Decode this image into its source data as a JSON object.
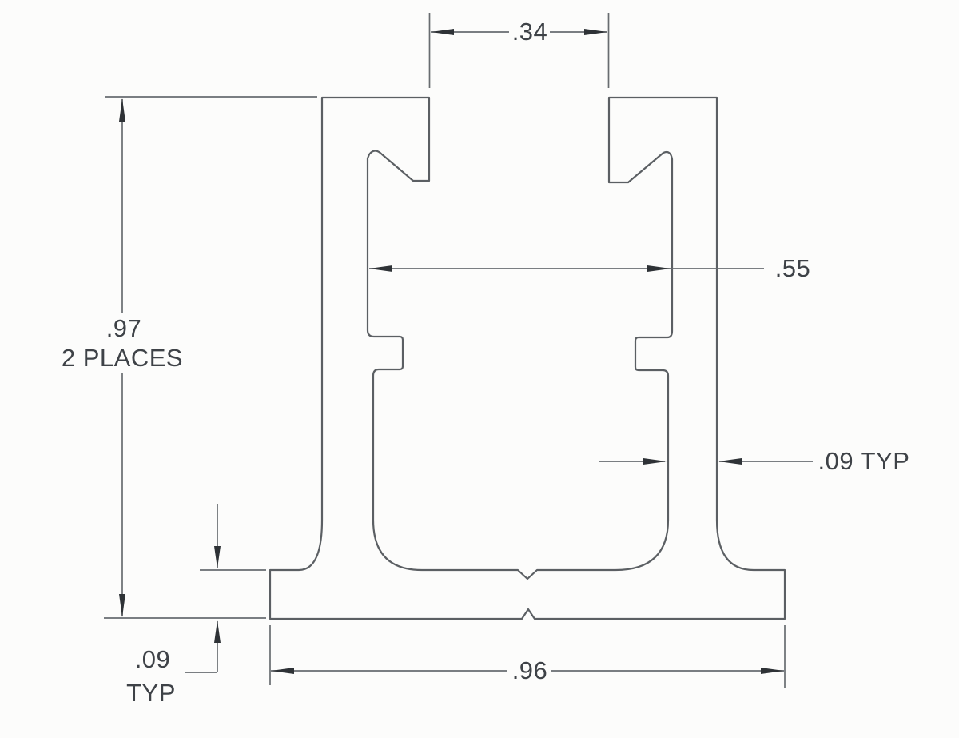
{
  "drawing": {
    "background_color": "#fcfcfb",
    "line_color": "#5b5f63",
    "dim_line_color": "#686c70",
    "arrow_color": "#2e3236",
    "text_color": "#3e4247",
    "dimensions": {
      "slot_opening_width": ".34",
      "channel_width": ".55",
      "height": ".97",
      "height_note": "2 PLACES",
      "base_thickness": ".09",
      "base_thickness_note": "TYP",
      "wall_thickness": ".09 TYP",
      "overall_width": ".96"
    }
  }
}
